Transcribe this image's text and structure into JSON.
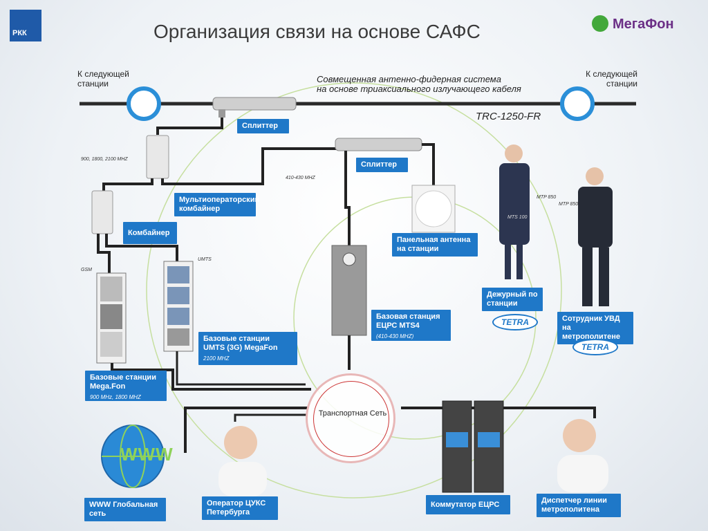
{
  "page_title": "Организация связи на основе САФС",
  "logos": {
    "left_text": "РКК",
    "right_text": "МегаФон"
  },
  "cable": {
    "left_next": "К следующей станции",
    "right_next": "К следующей станции",
    "caption_line1": "Совмещенная антенно-фидерная система",
    "caption_line2": "на основе триаксиального излучающего кабеля",
    "model": "TRC-1250-FR"
  },
  "labels": {
    "splitter1": "Сплиттер",
    "splitter2": "Сплиттер",
    "freq_combiner": "900, 1800, 2100 MHZ",
    "freq_tetra": "410-430 MHZ",
    "multi_combiner": "Мультиоператорский комбайнер",
    "combiner": "Комбайнер",
    "panel_antenna": "Панельная антенна на станции",
    "gsm": "GSM",
    "umts": "UMTS",
    "bs_umts_title": "Базовые станции UMTS (3G) MegaFon",
    "bs_umts_freq": "2100 MHZ",
    "bs_tetra_title": "Базовая станция ЕЦРС MTS4",
    "bs_tetra_freq": "(410-430 MHZ)",
    "bs_gsm_title": "Базовые станции Mega.Fon",
    "bs_gsm_freq": "900 MHz, 1800 MHZ",
    "duty": "Дежурный по станции",
    "police": "Сотрудник УВД на метрополитене",
    "transport_net": "Транспортная Сеть",
    "www": "WWW Глобальная сеть",
    "www_icon": "WWW",
    "operator": "Оператор ЦУКС Петербурга",
    "switch": "Коммутатор ЕЦРС",
    "dispatcher": "Диспетчер линии метрополитена",
    "tetra_logo": "TETRA",
    "mtp850": "MTP 850",
    "mtp100": "MTS 100",
    "mtp850b": "MTP 850"
  },
  "colors": {
    "accent": "#1f78c8",
    "cable": "#222222",
    "green_circle": "#b8d98a",
    "transport_ring": "#e8b7b7",
    "megafon_green": "#43a83b",
    "megafon_purple": "#6b2f86"
  }
}
